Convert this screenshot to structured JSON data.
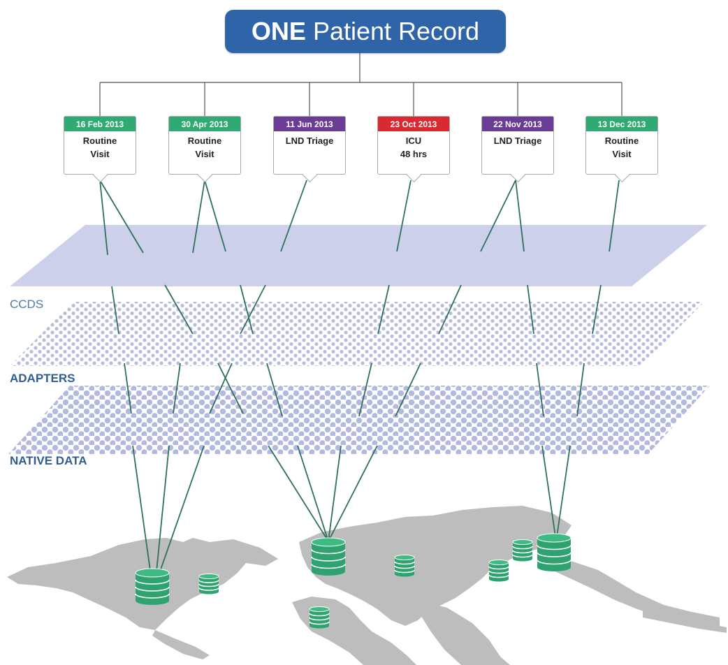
{
  "title": {
    "strong": "ONE",
    "rest": "Patient Record"
  },
  "layers": {
    "ccds": "CCDS",
    "adapters": "ADAPTERS",
    "native": "NATIVE DATA"
  },
  "colors": {
    "routine": "#2eaa72",
    "triage": "#6b3c96",
    "icu": "#d92a32",
    "link": "#2f6f5e",
    "top_plane": "#cdd0ea",
    "dots": "#b8bde0",
    "map": "#bdbdbd",
    "database": "#2ea36f",
    "title_bg": "#2f64a8"
  },
  "encounters": [
    {
      "date": "16 Feb 2013",
      "label": "Routine\nVisit",
      "kind": "routine"
    },
    {
      "date": "30 Apr 2013",
      "label": "Routine\nVisit",
      "kind": "routine"
    },
    {
      "date": "11 Jun 2013",
      "label": "LND Triage",
      "kind": "triage"
    },
    {
      "date": "23 Oct 2013",
      "label": "ICU\n48 hrs",
      "kind": "icu"
    },
    {
      "date": "22 Nov 2013",
      "label": "LND Triage",
      "kind": "triage"
    },
    {
      "date": "13 Dec 2013",
      "label": "Routine\nVisit",
      "kind": "routine"
    }
  ],
  "databases": [
    {
      "name": "americas-primary-database",
      "size": "large",
      "linked": true
    },
    {
      "name": "caribbean-database",
      "size": "small",
      "linked": false
    },
    {
      "name": "south-america-database",
      "size": "small",
      "linked": false
    },
    {
      "name": "europe-primary-database",
      "size": "large",
      "linked": true
    },
    {
      "name": "middle-east-database",
      "size": "small",
      "linked": false
    },
    {
      "name": "south-asia-database",
      "size": "small",
      "linked": false
    },
    {
      "name": "east-asia-database",
      "size": "small",
      "linked": false
    },
    {
      "name": "asia-primary-database",
      "size": "large",
      "linked": true
    }
  ]
}
